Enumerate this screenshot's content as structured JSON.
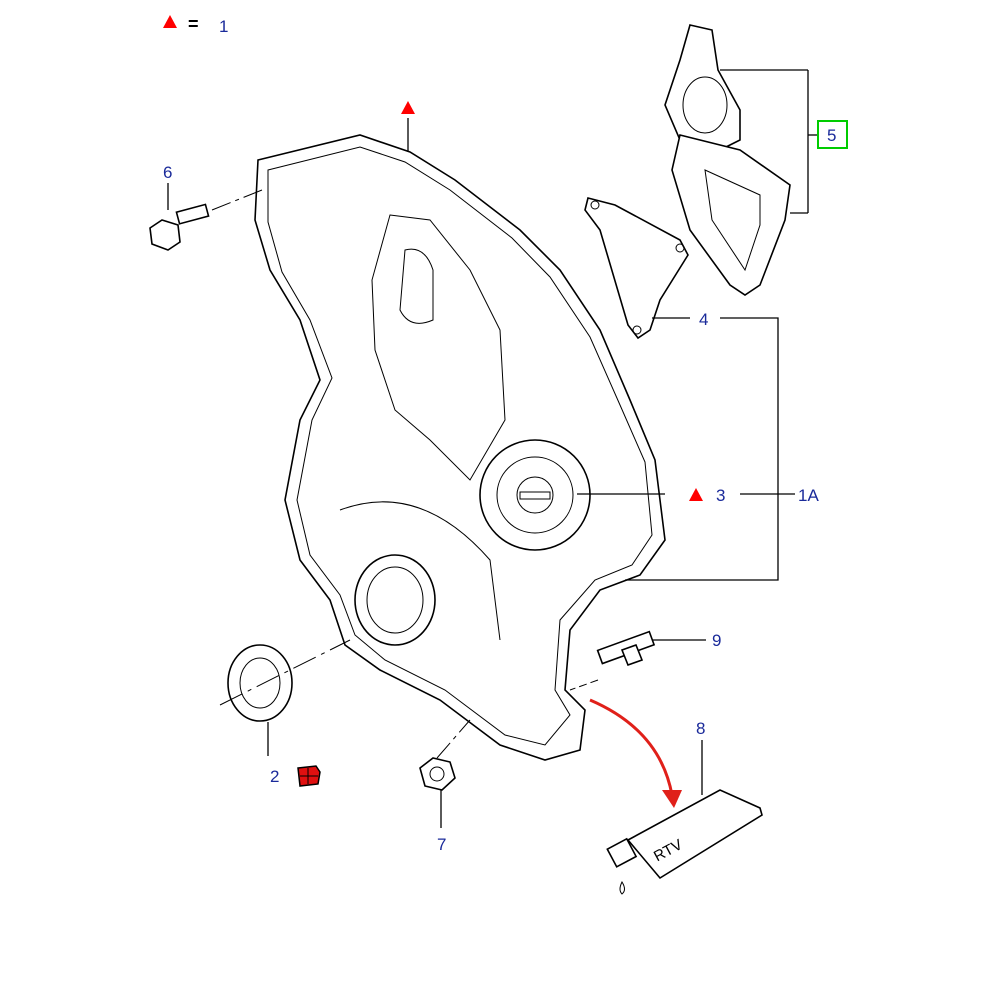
{
  "legend": {
    "symbol": "red-triangle",
    "equals": "=",
    "value": "1"
  },
  "callouts": {
    "c1A": "1A",
    "c2": "2",
    "c3": "3",
    "c4": "4",
    "c5": "5",
    "c6": "6",
    "c7": "7",
    "c8": "8",
    "c9": "9"
  },
  "tube_label": "RTV",
  "colors": {
    "label": "#1a2a9a",
    "marker": "#ff0000",
    "highlight_box": "#00cc00",
    "arrow": "#e0201a"
  }
}
